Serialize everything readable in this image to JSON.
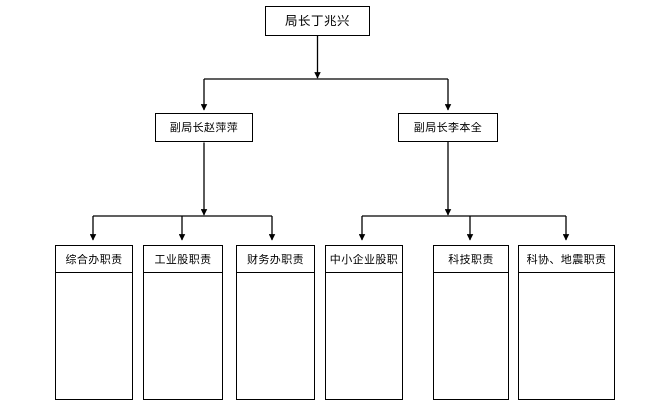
{
  "diagram": {
    "type": "organization-chart",
    "orientation": "top-down",
    "stroke_color": "#000000",
    "background_color": "#ffffff",
    "box_fill": "#ffffff",
    "levels": 3
  },
  "root": {
    "label": "局长丁兆兴"
  },
  "managers": [
    {
      "label": "副局长赵萍萍"
    },
    {
      "label": "副局长李本全"
    }
  ],
  "departments": [
    {
      "label": "综合办职责",
      "parent": "副局长赵萍萍"
    },
    {
      "label": "工业股职责",
      "parent": "副局长赵萍萍"
    },
    {
      "label": "财务办职责",
      "parent": "副局长赵萍萍"
    },
    {
      "label": "中小企业股职",
      "parent": "副局长李本全"
    },
    {
      "label": "科技职责",
      "parent": "副局长李本全"
    },
    {
      "label": "科协、地震职责",
      "parent": "副局长李本全"
    }
  ]
}
